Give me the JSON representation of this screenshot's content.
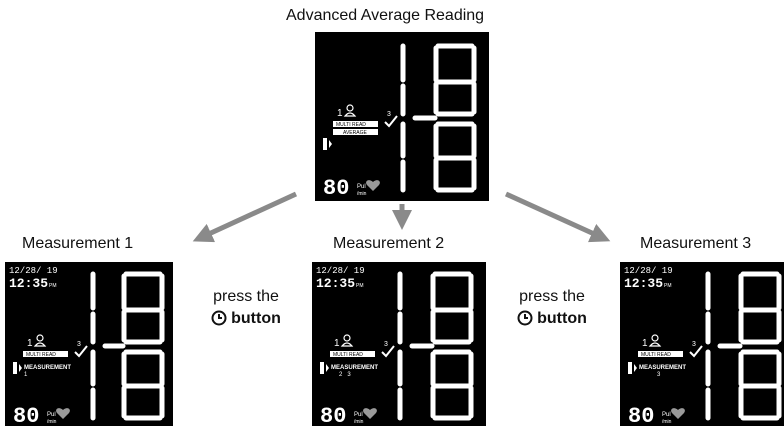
{
  "title": "Advanced Average Reading",
  "measurements": [
    {
      "label": "Measurement 1",
      "tag": "MEASUREMENT",
      "nums": "1"
    },
    {
      "label": "Measurement 2",
      "tag": "MEASUREMENT",
      "nums": "2   3"
    },
    {
      "label": "Measurement 3",
      "tag": "MEASUREMENT",
      "nums": "3"
    }
  ],
  "screen": {
    "date": "12/28/ 19",
    "time": "12:35",
    "ampm": "PM",
    "user": "1",
    "multi_read": "MULTI READ",
    "average": "AVERAGE",
    "pulse": "80",
    "pulse_unit": "Pul",
    "pulse_per": "/min",
    "count": "3"
  },
  "instruction": {
    "line1": "press the",
    "button_word": "button"
  },
  "colors": {
    "screen": "#000000",
    "segment": "#ffffff",
    "heart": "#9a9a9a",
    "arrow": "#8a8a8a"
  }
}
